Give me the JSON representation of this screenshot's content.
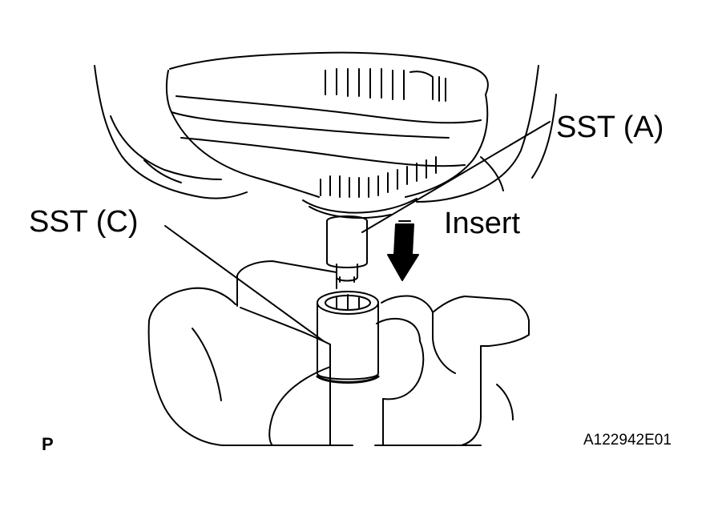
{
  "labels": {
    "sst_a": "SST (A)",
    "sst_c": "SST (C)",
    "insert": "Insert",
    "page_mark": "P",
    "figure_id": "A122942E01"
  },
  "colors": {
    "line": "#000000",
    "background": "#ffffff"
  },
  "icons": {
    "insert_direction": "down-arrow-icon"
  }
}
